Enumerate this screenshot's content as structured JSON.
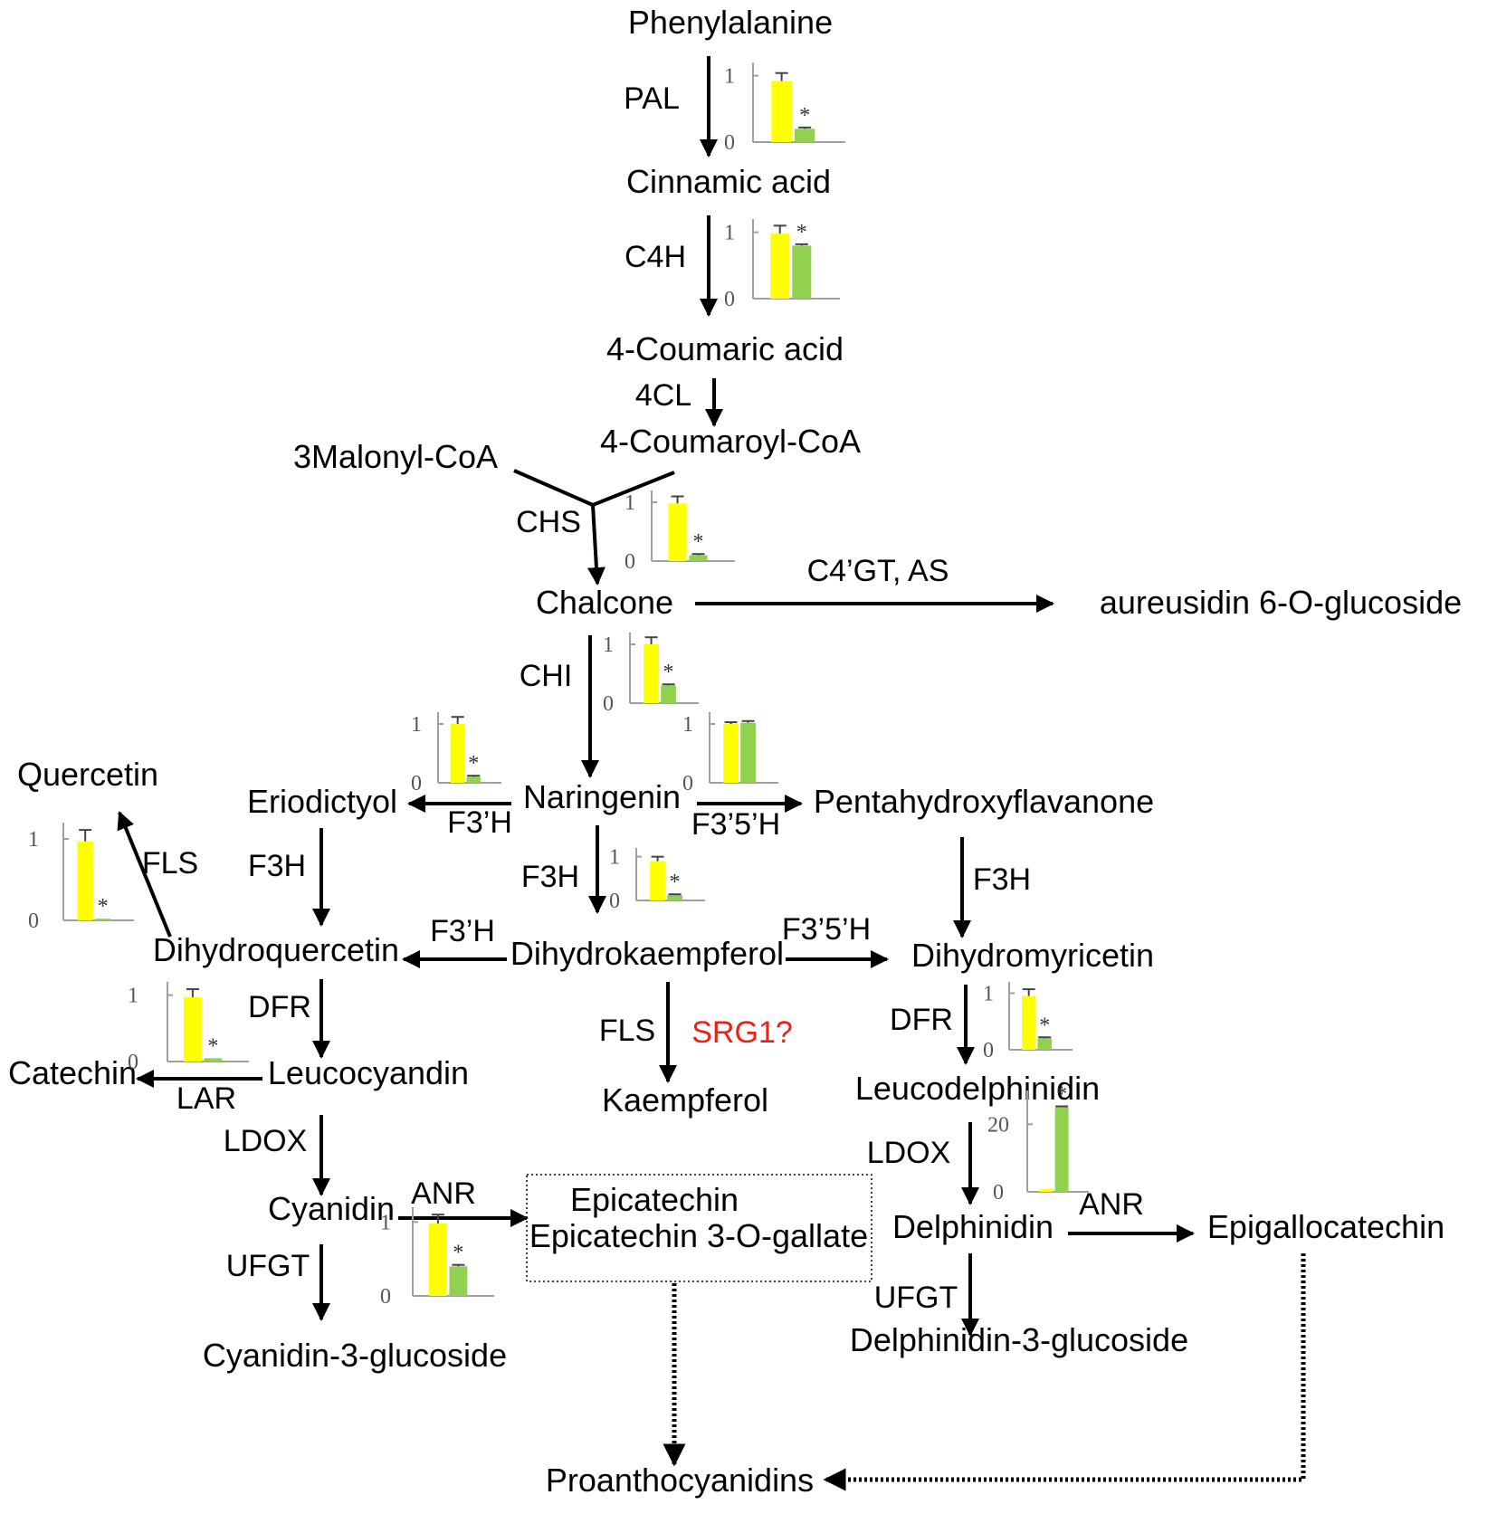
{
  "colors": {
    "control_bar": "#ffff00",
    "treatment_bar": "#92d050",
    "highlight_text": "#e8211b",
    "axis": "#a0a0a0"
  },
  "metabolites": {
    "phenylalanine": "Phenylalanine",
    "cinnamic_acid": "Cinnamic acid",
    "coumaric_acid": "4-Coumaric acid",
    "coumaroyl_coa": "4-Coumaroyl-CoA",
    "malonyl_coa": "3Malonyl-CoA",
    "chalcone": "Chalcone",
    "aureusidin": "aureusidin 6-O-glucoside",
    "naringenin": "Naringenin",
    "eriodictyol": "Eriodictyol",
    "pentahydroxyflavanone": "Pentahydroxyflavanone",
    "quercetin": "Quercetin",
    "dihydroquercetin": "Dihydroquercetin",
    "dihydrokaempferol": "Dihydrokaempferol",
    "dihydromyricetin": "Dihydromyricetin",
    "catechin": "Catechin",
    "leucocyandin": "Leucocyandin",
    "kaempferol": "Kaempferol",
    "leucodelphinidin": "Leucodelphinidin",
    "cyanidin": "Cyanidin",
    "epicatechin": "Epicatechin",
    "epicatechin_gallate": "Epicatechin 3-O-gallate",
    "delphinidin": "Delphinidin",
    "epigallocatechin": "Epigallocatechin",
    "cyanidin_glucoside": "Cyanidin-3-glucoside",
    "delphinidin_glucoside": "Delphinidin-3-glucoside",
    "proanthocyanidins": "Proanthocyanidins"
  },
  "enzymes": {
    "pal": "PAL",
    "c4h": "C4H",
    "fourcl": "4CL",
    "chs": "CHS",
    "c4gt_as": "C4’GT, AS",
    "chi": "CHI",
    "f3h_left": "F3’H",
    "f35h_right": "F3’5’H",
    "f3h_eriod": "F3H",
    "f3h_center": "F3H",
    "f3h_right": "F3H",
    "fls_quercetin": "FLS",
    "f3h_dhq": "F3’H",
    "f35h_dhm": "F3’5’H",
    "dfr_left": "DFR",
    "fls_center": "FLS",
    "srg1": "SRG1?",
    "dfr_right": "DFR",
    "lar": "LAR",
    "ldox_left": "LDOX",
    "ldox_right": "LDOX",
    "anr_left": "ANR",
    "anr_right": "ANR",
    "ufgt_left": "UFGT",
    "ufgt_right": "UFGT"
  },
  "chart_data": [
    {
      "id": "PAL",
      "type": "bar",
      "ylim": [
        0,
        1.2
      ],
      "ticks": [
        "0",
        "1"
      ],
      "values": [
        0.92,
        0.2
      ],
      "errors": [
        0.12,
        0.02
      ],
      "significant": true
    },
    {
      "id": "C4H",
      "type": "bar",
      "ylim": [
        0,
        1.2
      ],
      "ticks": [
        "0",
        "1"
      ],
      "values": [
        0.98,
        0.8
      ],
      "errors": [
        0.12,
        0.02
      ],
      "significant": true
    },
    {
      "id": "CHS",
      "type": "bar",
      "ylim": [
        0,
        1.2
      ],
      "ticks": [
        "0",
        "1"
      ],
      "values": [
        0.98,
        0.1
      ],
      "errors": [
        0.12,
        0.02
      ],
      "significant": true
    },
    {
      "id": "CHI",
      "type": "bar",
      "ylim": [
        0,
        1.2
      ],
      "ticks": [
        "0",
        "1"
      ],
      "values": [
        1.0,
        0.3
      ],
      "errors": [
        0.12,
        0.02
      ],
      "significant": true
    },
    {
      "id": "F3'H",
      "type": "bar",
      "ylim": [
        0,
        1.2
      ],
      "ticks": [
        "0",
        "1"
      ],
      "values": [
        1.0,
        0.1
      ],
      "errors": [
        0.12,
        0.02
      ],
      "significant": true
    },
    {
      "id": "F3'5'H",
      "type": "bar",
      "ylim": [
        0,
        1.2
      ],
      "ticks": [
        "0",
        "1"
      ],
      "values": [
        1.0,
        1.02
      ],
      "errors": [
        0.03,
        0.03
      ],
      "significant": false
    },
    {
      "id": "F3H",
      "type": "bar",
      "ylim": [
        0,
        1.2
      ],
      "ticks": [
        "0",
        "1"
      ],
      "values": [
        0.9,
        0.12
      ],
      "errors": [
        0.1,
        0.02
      ],
      "significant": true
    },
    {
      "id": "FLS",
      "type": "bar",
      "ylim": [
        0,
        1.2
      ],
      "ticks": [
        "0",
        "1"
      ],
      "values": [
        0.97,
        0.02
      ],
      "errors": [
        0.14,
        0.0
      ],
      "significant": true
    },
    {
      "id": "DFR-left",
      "type": "bar",
      "ylim": [
        0,
        1.2
      ],
      "ticks": [
        "0",
        "1"
      ],
      "values": [
        0.97,
        0.05
      ],
      "errors": [
        0.12,
        0.0
      ],
      "significant": true
    },
    {
      "id": "DFR-right",
      "type": "bar",
      "ylim": [
        0,
        1.2
      ],
      "ticks": [
        "0",
        "1"
      ],
      "values": [
        0.95,
        0.2
      ],
      "errors": [
        0.12,
        0.02
      ],
      "significant": true
    },
    {
      "id": "LDOX",
      "type": "bar",
      "ylim": [
        0,
        30
      ],
      "ticks": [
        "0",
        "20"
      ],
      "values": [
        0.8,
        25
      ],
      "errors": [
        0.0,
        0.3
      ],
      "significant": true
    },
    {
      "id": "ANR",
      "type": "bar",
      "ylim": [
        0,
        1.2
      ],
      "ticks": [
        "0",
        "1"
      ],
      "values": [
        0.98,
        0.4
      ],
      "errors": [
        0.12,
        0.02
      ],
      "significant": true
    }
  ]
}
